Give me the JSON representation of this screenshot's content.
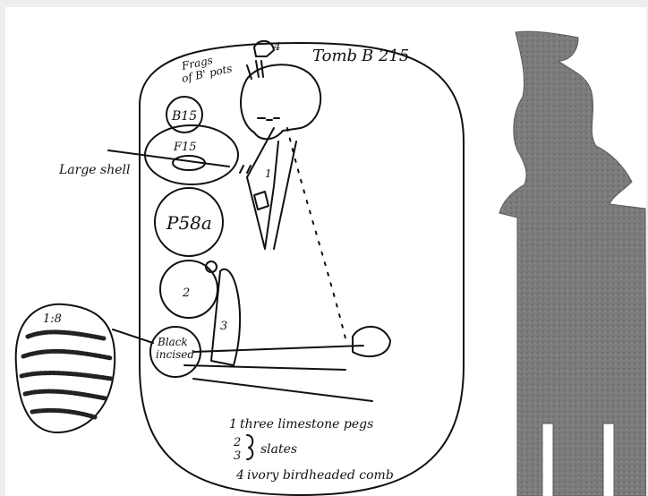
{
  "drawing": {
    "title": "Tomb",
    "tomb_number": "B 215",
    "labels": {
      "frags": "Frags",
      "of_b_pots": "of B' pots",
      "large_shell": "Large shell",
      "b15": "B15",
      "f15": "F15",
      "p58a": "P58a",
      "black_incised_1": "Black",
      "black_incised_2": "incised",
      "scale": "1:8",
      "marker_1": "1",
      "marker_2": "2",
      "marker_3": "3",
      "marker_4": "4"
    },
    "key": [
      {
        "num": "1",
        "text": "three limestone pegs"
      },
      {
        "num": "2",
        "text": ""
      },
      {
        "num": "3",
        "text": ""
      },
      {
        "num": "",
        "text": "slates"
      },
      {
        "num": "4",
        "text": "ivory birdheaded comb"
      }
    ]
  },
  "artifact": {
    "icon": "slate-palette-photo"
  }
}
